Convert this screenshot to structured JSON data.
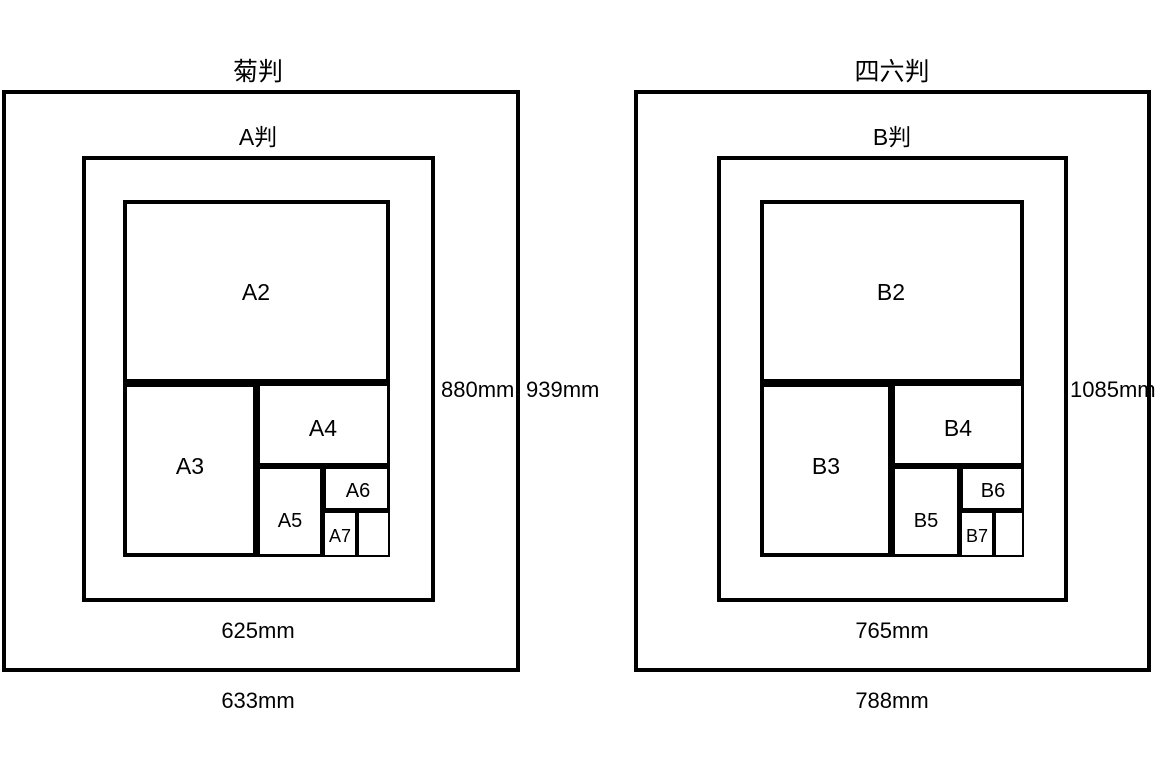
{
  "diagrams": [
    {
      "id": "kiku",
      "outer_title": "菊判",
      "inner_title": "A判",
      "outer_width_label": "633mm",
      "inner_width_label": "625mm",
      "inner_height_label": "880mm",
      "outer_height_label": "939mm",
      "boxes": [
        {
          "name": "A2",
          "label": "A2"
        },
        {
          "name": "A3",
          "label": "A3"
        },
        {
          "name": "A4",
          "label": "A4"
        },
        {
          "name": "A5",
          "label": "A5"
        },
        {
          "name": "A6",
          "label": "A6"
        },
        {
          "name": "A7",
          "label": "A7"
        }
      ]
    },
    {
      "id": "shiroku",
      "outer_title": "四六判",
      "inner_title": "B判",
      "outer_width_label": "788mm",
      "inner_width_label": "765mm",
      "inner_height_label": "1085mm",
      "boxes": [
        {
          "name": "B2",
          "label": "B2"
        },
        {
          "name": "B3",
          "label": "B3"
        },
        {
          "name": "B4",
          "label": "B4"
        },
        {
          "name": "B5",
          "label": "B5"
        },
        {
          "name": "B6",
          "label": "B6"
        },
        {
          "name": "B7",
          "label": "B7"
        }
      ]
    }
  ]
}
